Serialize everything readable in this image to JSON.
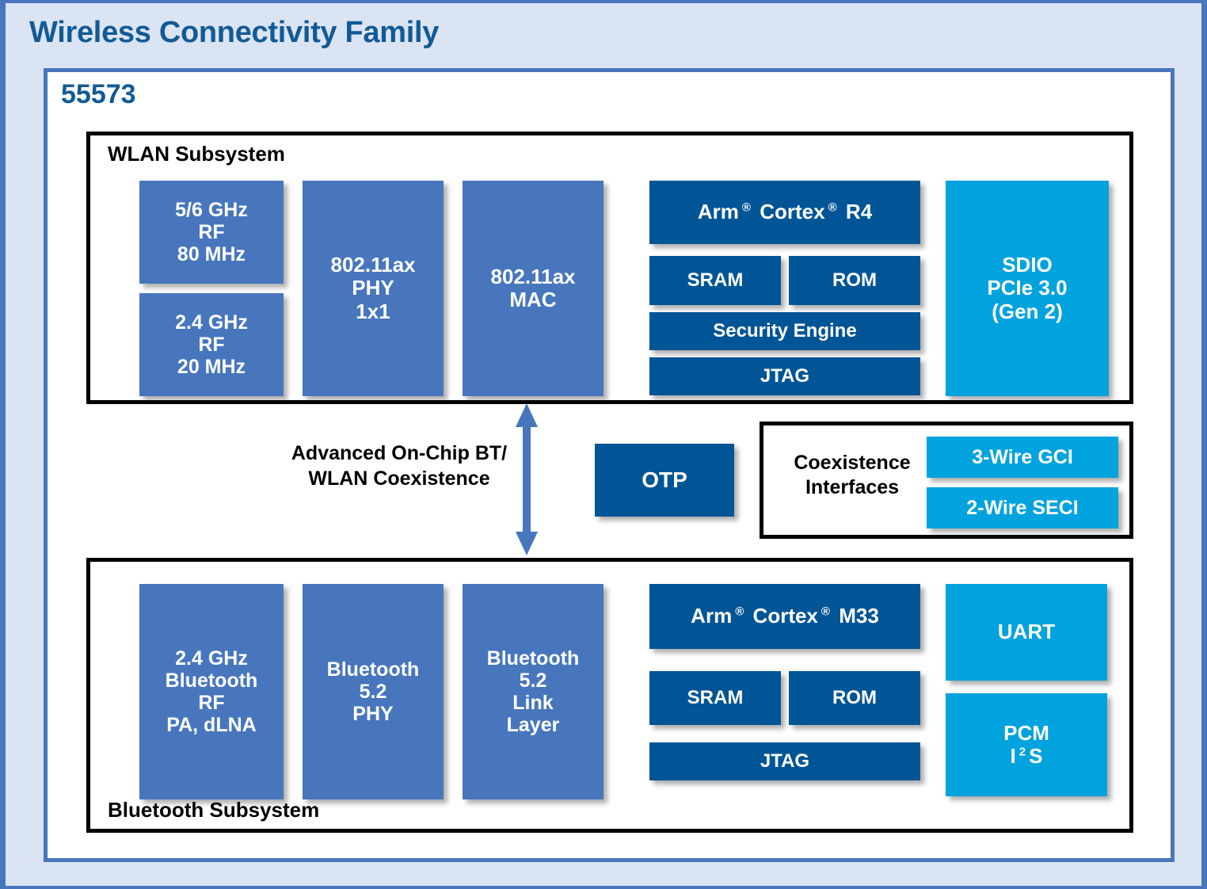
{
  "header": {
    "title": "Wireless Connectivity Family",
    "title_color": "#125a96"
  },
  "device": {
    "part_number": "55573",
    "card_border_color": "#4776bd"
  },
  "palette": {
    "page_background": "#dbe4f2",
    "medium_blue": "#4776bd",
    "dark_blue": "#005596",
    "cyan": "#00a3dd",
    "outline_black": "#000000",
    "block_text": "#ffffff"
  },
  "wlan_subsystem": {
    "label": "WLAN Subsystem",
    "blocks": {
      "rf_56ghz": {
        "line1": "5/6 GHz",
        "line2": "RF",
        "line3": "80 MHz",
        "color": "medium"
      },
      "rf_24ghz": {
        "line1": "2.4 GHz",
        "line2": "RF",
        "line3": "20 MHz",
        "color": "medium"
      },
      "phy": {
        "line1": "802.11ax",
        "line2": "PHY",
        "line3": "1x1",
        "color": "medium"
      },
      "mac": {
        "line1": "802.11ax",
        "line2": "MAC",
        "color": "medium"
      },
      "cpu": {
        "prefix": "Arm",
        "mark1": "®",
        "middle": " Cortex",
        "mark2": "®",
        "suffix": " R4",
        "color": "dark"
      },
      "sram": {
        "label": "SRAM",
        "color": "dark"
      },
      "rom": {
        "label": "ROM",
        "color": "dark"
      },
      "security": {
        "label": "Security Engine",
        "color": "dark"
      },
      "jtag": {
        "label": "JTAG",
        "color": "dark"
      },
      "host_if": {
        "line1": "SDIO",
        "line2": "PCIe 3.0",
        "line3": "(Gen 2)",
        "color": "cyan"
      }
    }
  },
  "coexistence": {
    "note_line1": "Advanced On-Chip",
    "note_line2": "BT/ WLAN",
    "note_line3": "Coexistence",
    "arrow_icon": "double-headed-vertical-arrow",
    "otp": {
      "label": "OTP",
      "color": "dark"
    },
    "interfaces_box": {
      "label_line1": "Coexistence",
      "label_line2": "Interfaces",
      "items": [
        {
          "label": "3-Wire GCI",
          "color": "cyan"
        },
        {
          "label": "2-Wire SECI",
          "color": "cyan"
        }
      ]
    }
  },
  "bluetooth_subsystem": {
    "label": "Bluetooth Subsystem",
    "blocks": {
      "rf": {
        "line1": "2.4 GHz",
        "line2": "Bluetooth",
        "line3": "RF",
        "line4": "PA, dLNA",
        "color": "medium"
      },
      "phy": {
        "line1": "Bluetooth",
        "line2": "5.2",
        "line3": "PHY",
        "color": "medium"
      },
      "link": {
        "line1": "Bluetooth",
        "line2": "5.2",
        "line3": "Link",
        "line4": "Layer",
        "color": "medium"
      },
      "cpu": {
        "prefix": "Arm",
        "mark1": "®",
        "middle": " Cortex",
        "mark2": "®",
        "suffix": " M33",
        "color": "dark"
      },
      "sram": {
        "label": "SRAM",
        "color": "dark"
      },
      "rom": {
        "label": "ROM",
        "color": "dark"
      },
      "jtag": {
        "label": "JTAG",
        "color": "dark"
      },
      "uart": {
        "label": "UART",
        "color": "cyan"
      },
      "pcm": {
        "line1": "PCM",
        "line2_pre": "I",
        "line2_sup": "2",
        "line2_post": "S",
        "color": "cyan"
      }
    }
  }
}
